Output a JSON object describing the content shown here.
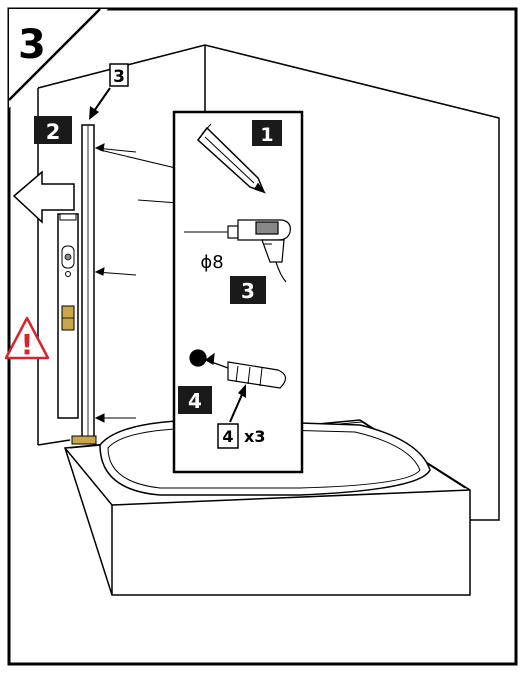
{
  "step": {
    "number": "3"
  },
  "labels": {
    "rail_callout": "3",
    "wall_step": "2",
    "pencil_step": "1",
    "drill_bit": "ϕ8",
    "drill_step": "3",
    "anchor_step": "4",
    "anchor_part": "4",
    "anchor_qty": "x3"
  },
  "warning": {
    "symbol": "!"
  },
  "colors": {
    "stroke": "#000000",
    "label_bg": "#1a1a1a",
    "label_text": "#ffffff",
    "warning": "#d9232a",
    "drill_body": "#888888",
    "brass": "#c9a64a"
  }
}
